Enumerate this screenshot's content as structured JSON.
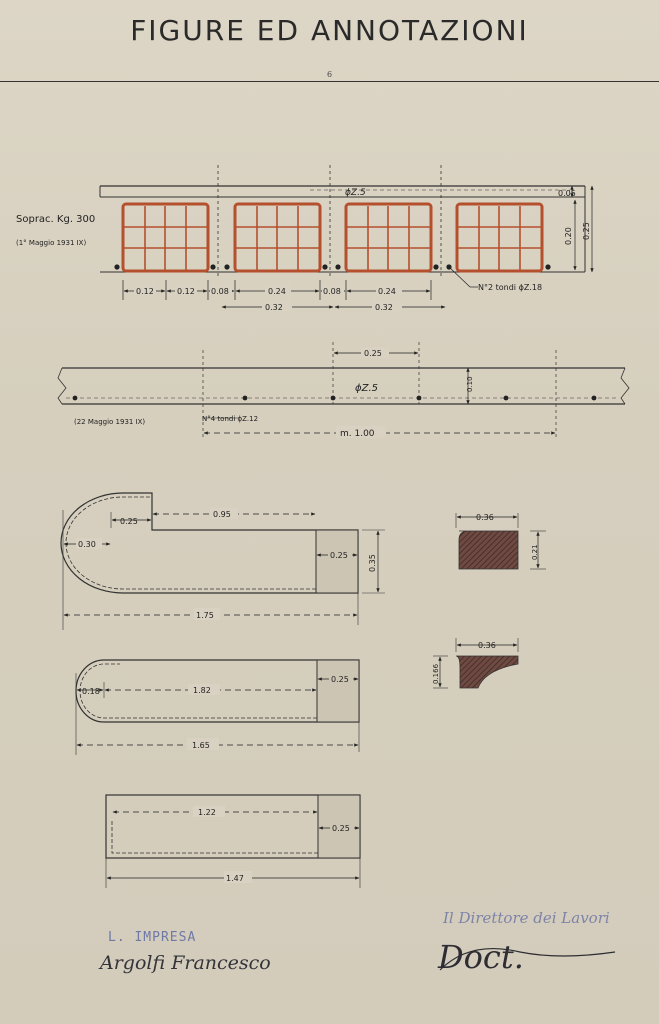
{
  "header": {
    "title": "FIGURE ED ANNOTAZIONI",
    "page_number": "6"
  },
  "slab_section": {
    "load_label": "Soprac. Kg. 300",
    "date_label": "(1° Maggio 1931 IX)",
    "bar_label": "ϕZ.5",
    "dim_top": "0.05",
    "dim_block": "0.20",
    "dim_total": "0.25",
    "dims_bottom": [
      "0.12",
      "0.12",
      "0.08",
      "0.24",
      "0.08",
      "0.24"
    ],
    "dims_span": [
      "0.32",
      "0.32"
    ],
    "rebar_label": "N°2 tondi ϕZ.18"
  },
  "beam_section": {
    "dim_spacing": "0.25",
    "bar_label": "ϕZ.5",
    "dim_height": "0.10",
    "date_label": "(22 Maggio 1931 IX)",
    "rebar_label": "N°4 tondi ϕZ.12",
    "length_label": "m. 1.00"
  },
  "hook_1": {
    "d_025a": "0.25",
    "d_095": "0.95",
    "d_030": "0.30",
    "d_025b": "0.25",
    "d_035": "0.35",
    "d_175": "1.75"
  },
  "hook_2": {
    "d_018": "0.18",
    "d_182": "1.82",
    "d_025": "0.25",
    "d_165": "1.65"
  },
  "hook_3": {
    "d_122": "1.22",
    "d_025": "0.25",
    "d_147": "1.47"
  },
  "profile_1": {
    "width": "0.36",
    "height": "0.21"
  },
  "profile_2": {
    "width": "0.36",
    "height": "0.166"
  },
  "footer": {
    "impresa_label": "L. IMPRESA",
    "direttore_label": "Il Direttore dei Lavori",
    "impresa_signature": "Argolfi Francesco",
    "direttore_signature": "Doct."
  },
  "colors": {
    "ink": "#2a2a2a",
    "hollow_block": "#b5502f",
    "stamp_blue": "#6f79a6",
    "paper": "#d9d2c2"
  }
}
